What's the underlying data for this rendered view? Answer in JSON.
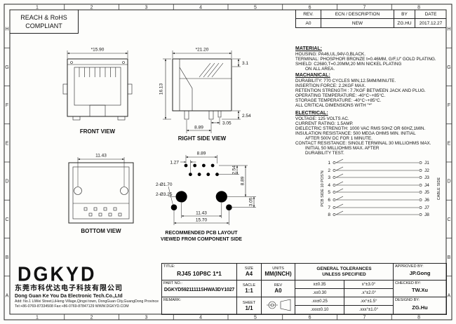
{
  "frame": {
    "top_numbers": [
      "1",
      "2",
      "3",
      "4",
      "5",
      "6",
      "7",
      "8"
    ],
    "bottom_numbers": [
      "1",
      "2",
      "3",
      "4",
      "5",
      "6",
      "7",
      "8"
    ],
    "left_letters": [
      "H",
      "G",
      "F",
      "E",
      "D",
      "C",
      "B",
      "A"
    ],
    "right_letters": [
      "H",
      "G",
      "F",
      "E",
      "D",
      "C",
      "B",
      "A"
    ]
  },
  "compliance": {
    "line1": "REACH & RoHS",
    "line2": "COMPLIANT"
  },
  "rev_table": {
    "col_rev": "REV.",
    "col_desc": "ECN / DESCRIPTION",
    "col_by": "BY",
    "col_date": "DATE",
    "row": {
      "rev": "A0",
      "desc": "NEW",
      "by": "ZG.HU",
      "date": "2017.12.27"
    }
  },
  "notes": {
    "material": {
      "title": "MATERIAL:",
      "lines": [
        "HOUSING: PA46,UL,94V-0,BLACK.",
        "TERMINAL: PHOSPHOR BRONZE t=0.46MM, G/F,U\" GOLD PLATING.",
        "SHIELD: C2680,T=0.20MM,20 MIN NICKEL PLATING",
        "ON ALL AREA."
      ]
    },
    "mechanical": {
      "title": "MACHANICAL:",
      "lines": [
        "DURABILITY: 770 CYCLES MIN,12.5MM/MINUTE.",
        "INSERTION FORCE: 2.2KGF MAX.",
        "RETENTION STRENGTH : 7.7KGF BETWEEN JACK AND PLUG.",
        "OPERATING TEMPERATURE: -40°C~+85°C.",
        "STORAGE TEMPERATURE: -40°C~+85°C.",
        "ALL CRITICAL DIMENSIONS WITH \"*\""
      ]
    },
    "electrical": {
      "title": "ELECTRICAL:",
      "lines": [
        "VOLTAGE: 125 VOLTS AC.",
        "CURRENT RATING: 1.5AMP.",
        "DIELECTRIC STRENGTH: 1000 VAC RMS 50HZ OR 60HZ,1MIN.",
        "INSULATION RESISTANCE: 500 MEGA OHMS MIN. INITIAL",
        "AFTER 500V DC FOR 1 MINUTE.",
        "CONTACT RESISTANCE: SINGLE TERMINAL 30 MILLIOHMS MAX.",
        "INITIAL 50 MILLIOHMS MAX. AFTER",
        "DURABILITY TEST."
      ]
    }
  },
  "views": {
    "front": {
      "label": "FRONT VIEW",
      "dim_width": "*15.90",
      "dim_height": "16.13"
    },
    "right": {
      "label": "RIGHT SIDE VIEW",
      "dim_depth": "*21.20",
      "dim_top": "3.1",
      "dim_leg": "2.54",
      "dim_a": "3.05",
      "dim_b": "8.89"
    },
    "bottom": {
      "label": "BOTTOM VIEW",
      "dim_posts": "11.43"
    },
    "pcb": {
      "label_1": "RECOMMENDED PCB LAYOUT",
      "label_2": "VIEWED FROM COMPONENT SIDE",
      "dim_span": "8.89",
      "dim_pitch": "1.27",
      "dim_hole_small": "2-Ø1.70",
      "dim_hole_big": "2-Ø3.25",
      "dim_rows": "2.54",
      "dim_depth": "8.89",
      "dim_shield": "3.05",
      "dim_posts": "11.43",
      "dim_shield_span": "15.70"
    }
  },
  "schematic": {
    "left_caption": "PCB SIDE 10 POS'N",
    "right_caption": "CABLE SIDE",
    "pins": [
      "1",
      "2",
      "3",
      "4",
      "5",
      "6",
      "7",
      "8"
    ],
    "labels": [
      "J1",
      "J2",
      "J3",
      "J4",
      "J5",
      "J6",
      "J7",
      "J8"
    ]
  },
  "company": {
    "logo": "DGKYD",
    "name_cn": "东莞市科优达电子科技有限公司",
    "name_en": "Dong Guan Ke You Da Electronic Tech.Co.,Ltd",
    "address": "Add: No.1 LiWei Street,LiHeng Village,Qingxi town, DongGuan City,GuangDong Province",
    "contact": "Tel:+86-0769-87334508   Fax:+86-0769-87847129   WWW.DGKYD.COM"
  },
  "title_block": {
    "title_label": "TITLE:",
    "title_value": "RJ45 10P8C 1*1",
    "part_label": "PART NO.:",
    "part_value": "DGKYD59211111SHWA3DY1027",
    "remark_label": "REMARK:",
    "size_label": "SIZE",
    "size_value": "A4",
    "scale_label": "SACLE",
    "scale_value": "1:1",
    "sheet_label": "SHEET",
    "sheet_value": "1/1",
    "units_label": "UNITS",
    "units_value": "MM(INCH)",
    "rev_label": "REV",
    "rev_value": "A0",
    "tol_header_1": "GENERAL TOLERANCES",
    "tol_header_2": "UNLESS SPECIFIED",
    "tolerances": [
      [
        "x±0.35",
        "x°±3.0°"
      ],
      [
        ".x±0.30",
        ".x°±2.0°"
      ],
      [
        ".xx±0.25",
        ".xx°±1.5°"
      ],
      [
        ".xxx±0.10",
        ".xxx°±1.0°"
      ]
    ],
    "approved_label": "APPROVED BY:",
    "approved_value": "JP.Gong",
    "checked_label": "CHECKED BY:",
    "checked_value": "TW.Xu",
    "designed_label": "DESIGND BY:",
    "designed_value": "ZG.Hu"
  }
}
